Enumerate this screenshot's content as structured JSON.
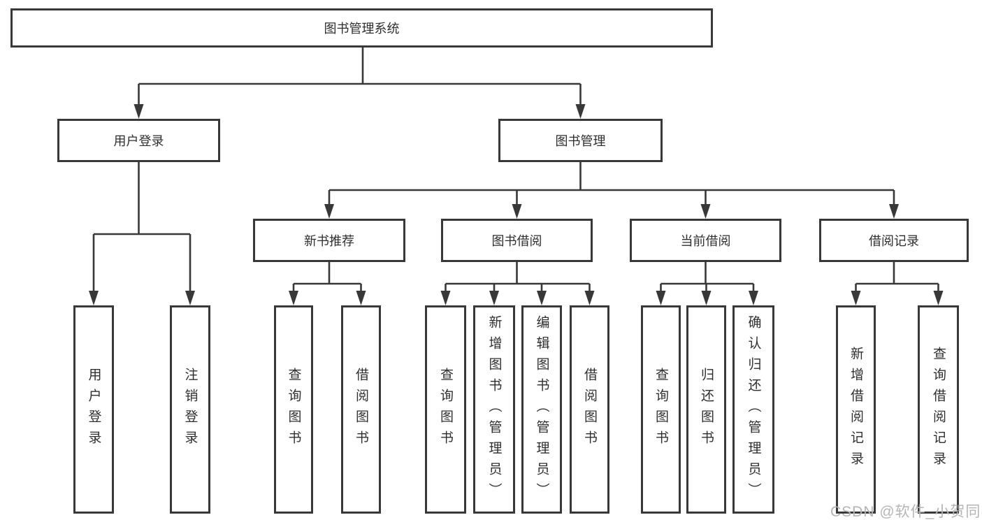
{
  "diagram": {
    "title_node": {
      "label": "图书管理系统"
    },
    "level2": [
      {
        "id": "user-login",
        "label": "用户登录"
      },
      {
        "id": "book-management",
        "label": "图书管理"
      }
    ],
    "level3": [
      {
        "id": "new-book-recommend",
        "label": "新书推荐"
      },
      {
        "id": "book-borrowing",
        "label": "图书借阅"
      },
      {
        "id": "current-borrowing",
        "label": "当前借阅"
      },
      {
        "id": "borrowing-records",
        "label": "借阅记录"
      }
    ],
    "leaves": {
      "user_login": [
        "用户登录",
        "注销登录"
      ],
      "new_book": [
        "查询图书",
        "借阅图书"
      ],
      "book_borrow": [
        "查询图书",
        "新增图书（管理员）",
        "编辑图书（管理员）",
        "借阅图书"
      ],
      "current_borrow": [
        "查询图书",
        "归还图书",
        "确认归还（管理员）"
      ],
      "borrow_record": [
        "新增借阅记录",
        "查询借阅记录"
      ]
    }
  },
  "watermark": {
    "text": "CSDN @软件_小贺同学"
  },
  "colors": {
    "line": "#383838",
    "box_fill": "#ffffff",
    "text": "#2f2f2f",
    "watermark": "#b5b5b5"
  }
}
